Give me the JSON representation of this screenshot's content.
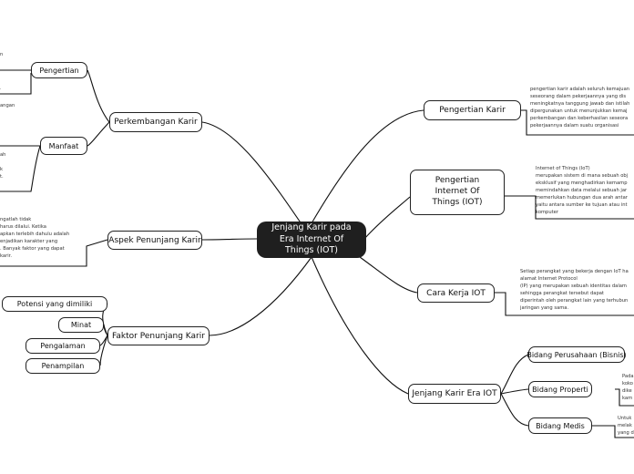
{
  "center": {
    "label": "Jenjang Karir pada Era Internet Of Things (IOT)"
  },
  "left": {
    "perkembangan": {
      "label": "Perkembangan Karir",
      "pengertian": {
        "label": "Pengertian",
        "note_top": "n\n\n\n\n\ni.\nai",
        "note_bottom": "angan"
      },
      "manfaat": {
        "label": "Manfaat",
        "note": "ah\n\nk\nt."
      }
    },
    "aspek": {
      "label": "Aspek Penunjang Karir",
      "note": "ngatlah tidak\nharus dilalui. Ketika\napkan terlebih dahulu adalah\nenjadikan karakter yang\n. Banyak faktor yang dapat\nkarir."
    },
    "faktor": {
      "label": "Faktor Penunjang Karir",
      "items": [
        "Potensi yang dimiliki",
        "Minat",
        "Pengalaman",
        "Penampilan"
      ]
    }
  },
  "right": {
    "pengertian_karir": {
      "label": "Pengertian Karir",
      "note": "pengertian karir adalah seluruh kemajuan\nseseorang dalam pekerjaannya yang dis\nmeningkatnya tanggung jawab dan istilah\ndipergunakan untuk menunjukkan kemaj\nperkembangan dan keberhasilan seseora\npekerjaannya dalam suatu organisasi"
    },
    "pengertian_iot": {
      "label": "Pengertian Internet Of Things (IOT)",
      "note": "Internet of Things (IoT)\nmerupakan sistem di mana sebuah obj\neksklusif yang menghadirkan kemamp\nmemindahkan data melalui sebuah jar\nmemerlukan hubungan dua arah antar\nyaitu antara sumber ke tujuan atau int\nkomputer"
    },
    "cara_kerja": {
      "label": "Cara Kerja IOT",
      "note": "Setiap perangkat yang bekerja dengan IoT ha\nalamat Internet Protocol\n(IP) yang merupakan sebuah identitas dalam\nsehingga perangkat tersebut dapat\ndiperintah oleh perangkat lain yang terhubun\njaringan yang sama."
    },
    "jenjang": {
      "label": "Jenjang Karir Era IOT",
      "bisnis": {
        "label": "Bidang Perusahaan (Bisnis)"
      },
      "properti": {
        "label": "Bidang Properti",
        "note": "Pada\nkoko\ndike\nkam"
      },
      "medis": {
        "label": "Bidang Medis",
        "note": "Untuk\nmelak\nyang d"
      }
    }
  }
}
